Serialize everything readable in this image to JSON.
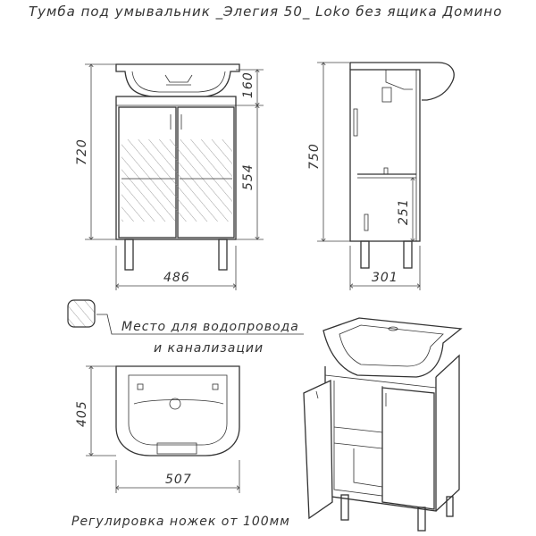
{
  "title": "Тумба под умывальник _Элегия 50_ Loko без ящика Домино",
  "front_view": {
    "height_total": "720",
    "height_sink": "160",
    "height_doors": "554",
    "width": "486"
  },
  "side_view": {
    "height_total": "750",
    "shelf_height": "251",
    "depth": "301"
  },
  "top_view": {
    "depth": "405",
    "width": "507"
  },
  "legend": {
    "line1": "Место для водопровода",
    "line2": "и канализации"
  },
  "footer": "Регулировка ножек от 100мм"
}
